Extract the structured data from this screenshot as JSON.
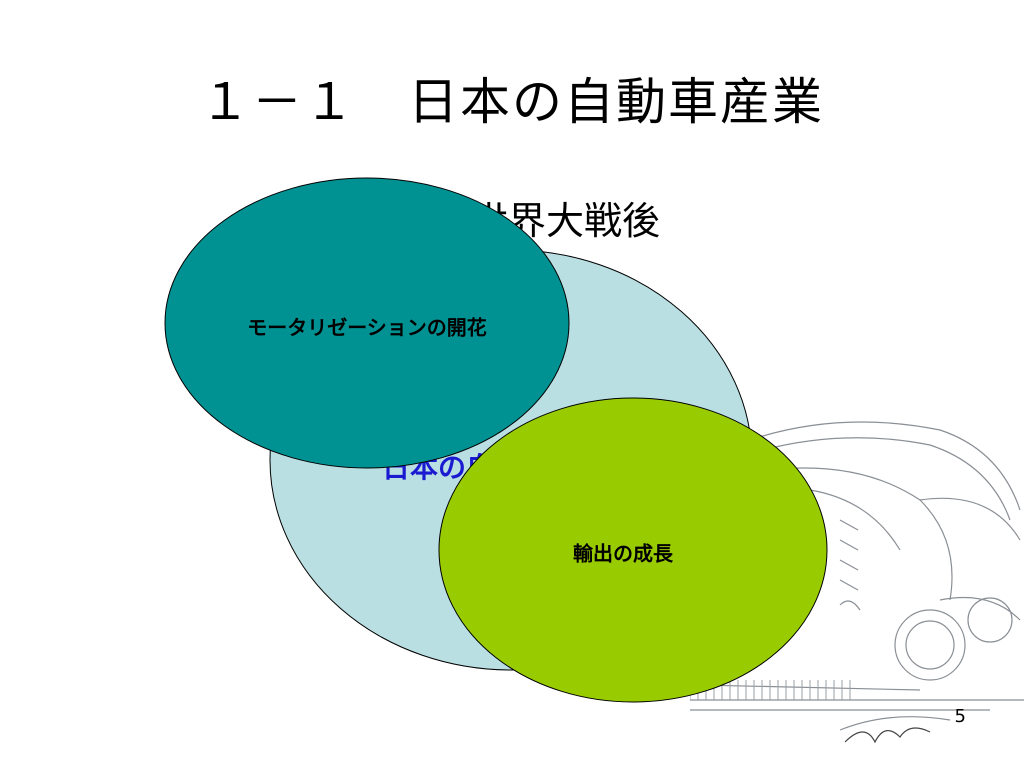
{
  "slide": {
    "title": "１－１　日本の自動車産業",
    "subtitle": "世界大戦後",
    "page_number": "5"
  },
  "diagram": {
    "center_circle": {
      "label": "日本の自動車産業",
      "color": "#b9dfe3"
    },
    "top_circle": {
      "label": "モータリゼーションの開花",
      "color": "#009293"
    },
    "bottom_circle": {
      "label": "輸出の成長",
      "color": "#99cc00"
    }
  },
  "background": {
    "image": "car-sketch"
  }
}
